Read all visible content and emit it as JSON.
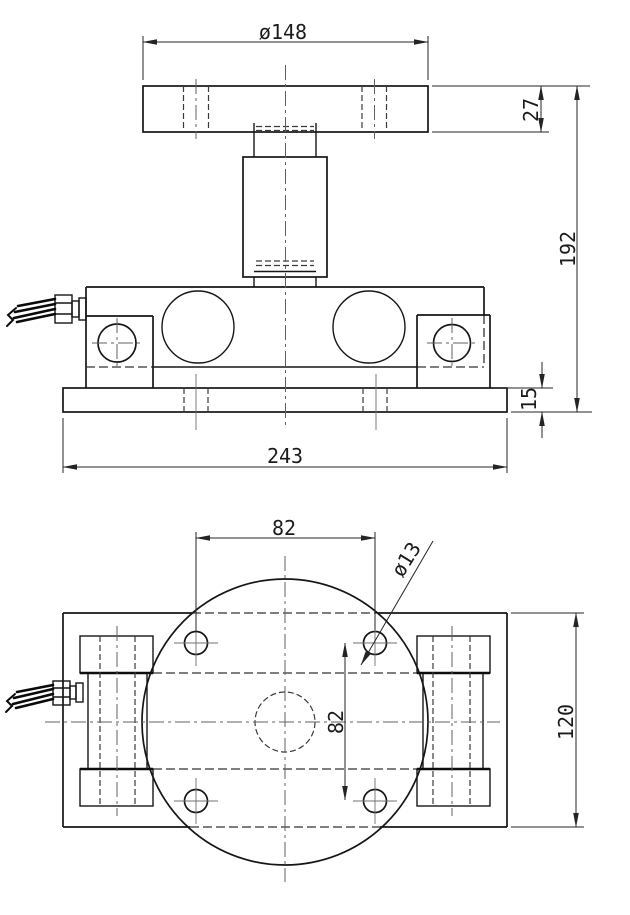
{
  "drawing": {
    "description": "Load cell weighing module engineering drawing, front elevation and plan view",
    "background_color": "#ffffff",
    "line_color": "#161616",
    "front_view": {
      "plate_diameter": "ø148",
      "plate_thickness": "27",
      "total_height": "192",
      "base_thickness": "15",
      "base_length": "243"
    },
    "plan_view": {
      "hole_spacing_horizontal": "82",
      "hole_diameter": "ø13",
      "hole_spacing_vertical": "82",
      "base_width": "120"
    }
  }
}
